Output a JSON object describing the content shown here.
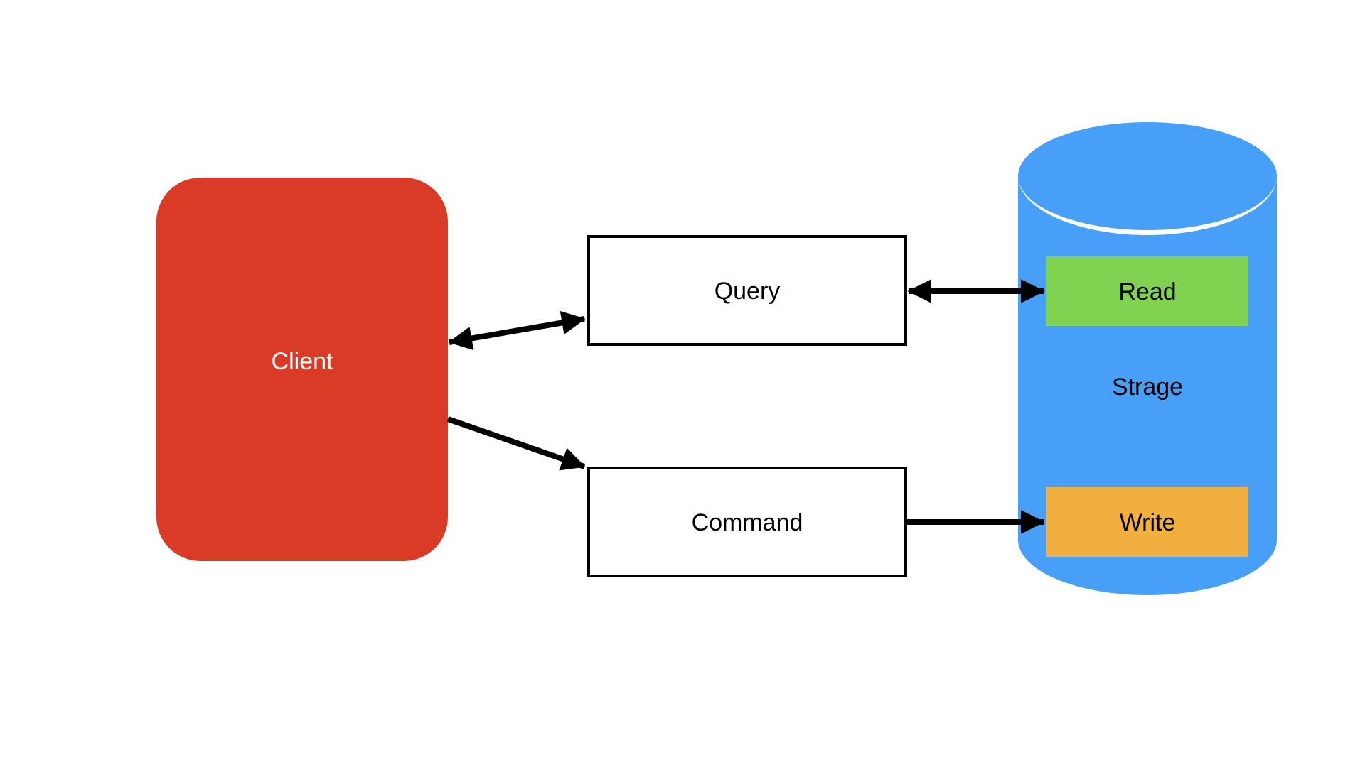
{
  "diagram": {
    "client": {
      "label": "Client",
      "color": "#DA3B26",
      "text_color": "#FFFFFF"
    },
    "query": {
      "label": "Query"
    },
    "command": {
      "label": "Command"
    },
    "storage": {
      "label": "Strage",
      "color": "#479FF8"
    },
    "read": {
      "label": "Read",
      "color": "#7FD351"
    },
    "write": {
      "label": "Write",
      "color": "#F1AF3E"
    },
    "connectors": [
      {
        "from": "client",
        "to": "query",
        "direction": "bidirectional"
      },
      {
        "from": "client",
        "to": "command",
        "direction": "forward"
      },
      {
        "from": "query",
        "to": "read",
        "direction": "bidirectional"
      },
      {
        "from": "command",
        "to": "write",
        "direction": "forward"
      }
    ]
  }
}
